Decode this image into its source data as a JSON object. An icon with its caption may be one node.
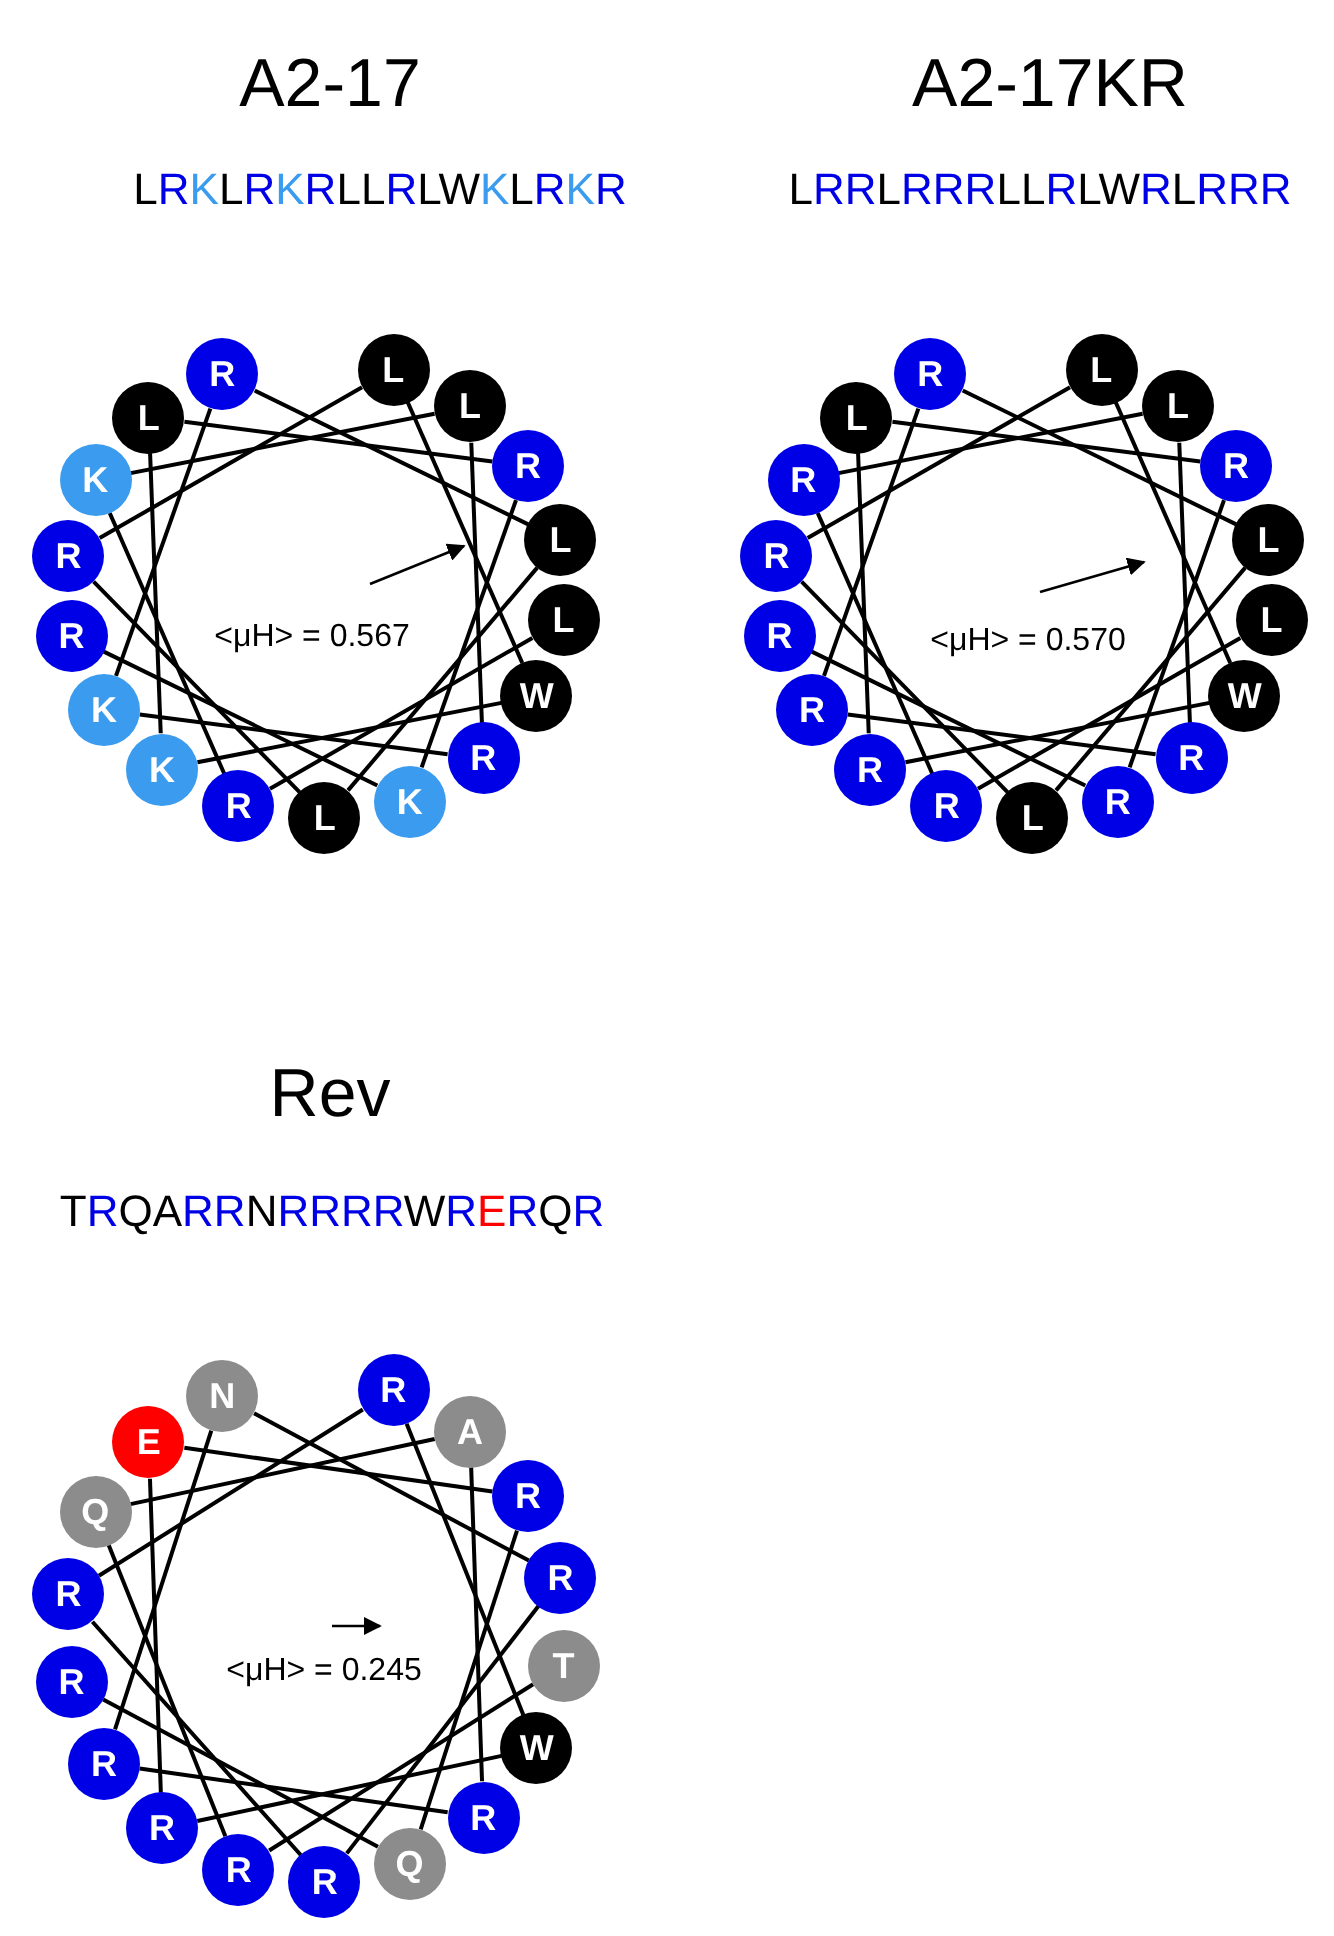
{
  "diagram": {
    "nodes": [
      {
        "text": [
          "L"
        ]
      },
      {
        "text": [
          "R"
        ]
      },
      {
        "text": [
          "K"
        ]
      },
      {
        "text": [
          "L"
        ]
      },
      {
        "text": [
          "R"
        ]
      },
      {
        "text": [
          "K"
        ]
      },
      {
        "text": [
          "R"
        ]
      },
      {
        "text": [
          "L"
        ]
      },
      {
        "text": [
          "L"
        ]
      },
      {
        "text": [
          "R"
        ]
      },
      {
        "text": [
          "L"
        ]
      },
      {
        "text": [
          "W"
        ]
      },
      {
        "text": [
          "K"
        ]
      },
      {
        "text": [
          "L"
        ]
      },
      {
        "text": [
          "R"
        ]
      },
      {
        "text": [
          "K"
        ]
      },
      {
        "text": [
          "R"
        ]
      },
      {
        "text": [
          "L"
        ]
      },
      {
        "text": [
          "R"
        ]
      },
      {
        "text": [
          "R"
        ]
      },
      {
        "text": [
          "L"
        ]
      },
      {
        "text": [
          "R"
        ]
      },
      {
        "text": [
          "R"
        ]
      },
      {
        "text": [
          "R"
        ]
      },
      {
        "text": [
          "L"
        ]
      },
      {
        "text": [
          "L"
        ]
      },
      {
        "text": [
          "R"
        ]
      },
      {
        "text": [
          "L"
        ]
      },
      {
        "text": [
          "W"
        ]
      },
      {
        "text": [
          "R"
        ]
      },
      {
        "text": [
          "L"
        ]
      },
      {
        "text": [
          "R"
        ]
      },
      {
        "text": [
          "R"
        ]
      },
      {
        "text": [
          "R"
        ]
      },
      {
        "text": [
          "T"
        ]
      },
      {
        "text": [
          "R"
        ]
      },
      {
        "text": [
          "Q"
        ]
      },
      {
        "text": [
          "A"
        ]
      },
      {
        "text": [
          "R"
        ]
      },
      {
        "text": [
          "R"
        ]
      },
      {
        "text": [
          "N"
        ]
      },
      {
        "text": [
          "R"
        ]
      },
      {
        "text": [
          "R"
        ]
      },
      {
        "text": [
          "R"
        ]
      },
      {
        "text": [
          "R"
        ]
      },
      {
        "text": [
          "W"
        ]
      },
      {
        "text": [
          "R"
        ]
      },
      {
        "text": [
          "E"
        ]
      },
      {
        "text": [
          "R"
        ]
      },
      {
        "text": [
          "Q"
        ]
      },
      {
        "text": [
          "R"
        ]
      }
    ],
    "edges": [
      {
        "from": 0,
        "to": 1,
        "arrow": "none"
      },
      {
        "from": 1,
        "to": 2,
        "arrow": "none"
      },
      {
        "from": 2,
        "to": 3,
        "arrow": "none"
      },
      {
        "from": 3,
        "to": 4,
        "arrow": "none"
      },
      {
        "from": 4,
        "to": 5,
        "arrow": "none"
      },
      {
        "from": 5,
        "to": 6,
        "arrow": "none"
      },
      {
        "from": 6,
        "to": 7,
        "arrow": "none"
      },
      {
        "from": 7,
        "to": 8,
        "arrow": "none"
      },
      {
        "from": 8,
        "to": 9,
        "arrow": "none"
      },
      {
        "from": 9,
        "to": 10,
        "arrow": "none"
      },
      {
        "from": 10,
        "to": 11,
        "arrow": "none"
      },
      {
        "from": 11,
        "to": 12,
        "arrow": "none"
      },
      {
        "from": 12,
        "to": 13,
        "arrow": "none"
      },
      {
        "from": 13,
        "to": 14,
        "arrow": "none"
      },
      {
        "from": 14,
        "to": 15,
        "arrow": "none"
      },
      {
        "from": 15,
        "to": 16,
        "arrow": "none"
      },
      {
        "from": 17,
        "to": 18,
        "arrow": "none"
      },
      {
        "from": 18,
        "to": 19,
        "arrow": "none"
      },
      {
        "from": 19,
        "to": 20,
        "arrow": "none"
      },
      {
        "from": 20,
        "to": 21,
        "arrow": "none"
      },
      {
        "from": 21,
        "to": 22,
        "arrow": "none"
      },
      {
        "from": 22,
        "to": 23,
        "arrow": "none"
      },
      {
        "from": 23,
        "to": 24,
        "arrow": "none"
      },
      {
        "from": 24,
        "to": 25,
        "arrow": "none"
      },
      {
        "from": 25,
        "to": 26,
        "arrow": "none"
      },
      {
        "from": 26,
        "to": 27,
        "arrow": "none"
      },
      {
        "from": 27,
        "to": 28,
        "arrow": "none"
      },
      {
        "from": 28,
        "to": 29,
        "arrow": "none"
      },
      {
        "from": 29,
        "to": 30,
        "arrow": "none"
      },
      {
        "from": 30,
        "to": 31,
        "arrow": "none"
      },
      {
        "from": 31,
        "to": 32,
        "arrow": "none"
      },
      {
        "from": 32,
        "to": 33,
        "arrow": "none"
      },
      {
        "from": 34,
        "to": 35,
        "arrow": "none"
      },
      {
        "from": 35,
        "to": 36,
        "arrow": "none"
      },
      {
        "from": 36,
        "to": 37,
        "arrow": "none"
      },
      {
        "from": 37,
        "to": 38,
        "arrow": "none"
      },
      {
        "from": 38,
        "to": 39,
        "arrow": "none"
      },
      {
        "from": 39,
        "to": 40,
        "arrow": "none"
      },
      {
        "from": 40,
        "to": 41,
        "arrow": "none"
      },
      {
        "from": 41,
        "to": 42,
        "arrow": "none"
      },
      {
        "from": 42,
        "to": 43,
        "arrow": "none"
      },
      {
        "from": 43,
        "to": 44,
        "arrow": "none"
      },
      {
        "from": 44,
        "to": 45,
        "arrow": "none"
      },
      {
        "from": 45,
        "to": 46,
        "arrow": "none"
      },
      {
        "from": 46,
        "to": 47,
        "arrow": "none"
      },
      {
        "from": 47,
        "to": 48,
        "arrow": "none"
      },
      {
        "from": 48,
        "to": 49,
        "arrow": "none"
      },
      {
        "from": 49,
        "to": 50,
        "arrow": "none"
      }
    ],
    "labels": [
      "A2-17",
      "A2-17KR",
      "LRKLRKRLLRLWKLRKR",
      "LRRLRRRLLRLWRLRRR",
      "<μH> = 0.567",
      "<μH> = 0.570",
      "Rev",
      "TRQARRNRRRRWRERQR",
      "<μH> = 0.245"
    ]
  }
}
